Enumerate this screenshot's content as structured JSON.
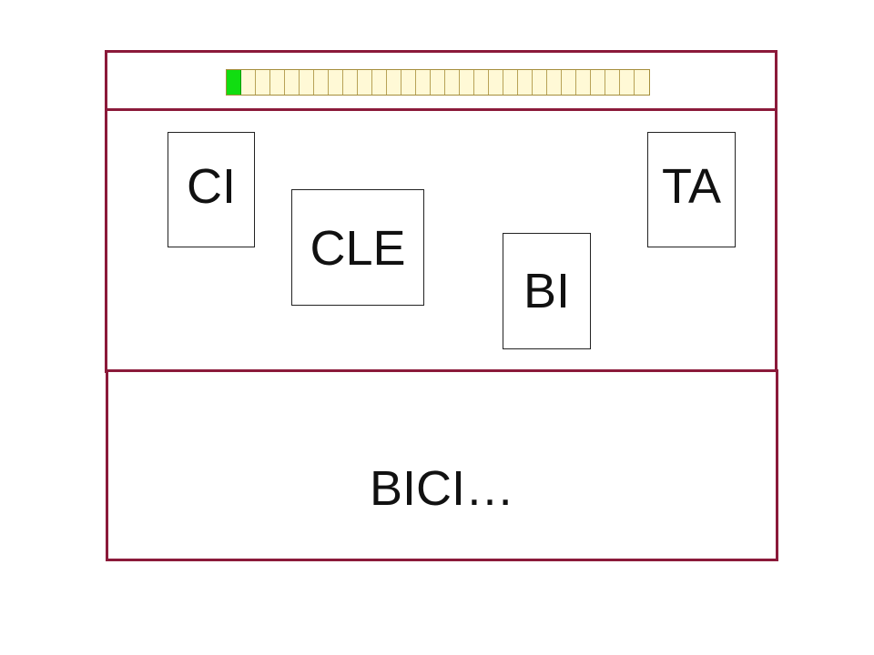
{
  "progress": {
    "total_cells": 29,
    "filled_cells": 1,
    "fill_color": "#11dd11",
    "empty_color": "#fff9d6"
  },
  "syllable_cards": [
    {
      "id": "ci",
      "label": "CI"
    },
    {
      "id": "cle",
      "label": "CLE"
    },
    {
      "id": "bi",
      "label": "BI"
    },
    {
      "id": "ta",
      "label": "TA"
    }
  ],
  "answer": {
    "text": "BICI…"
  },
  "colors": {
    "frame_border": "#8b1a3a",
    "card_border": "#222222",
    "text": "#111111"
  }
}
